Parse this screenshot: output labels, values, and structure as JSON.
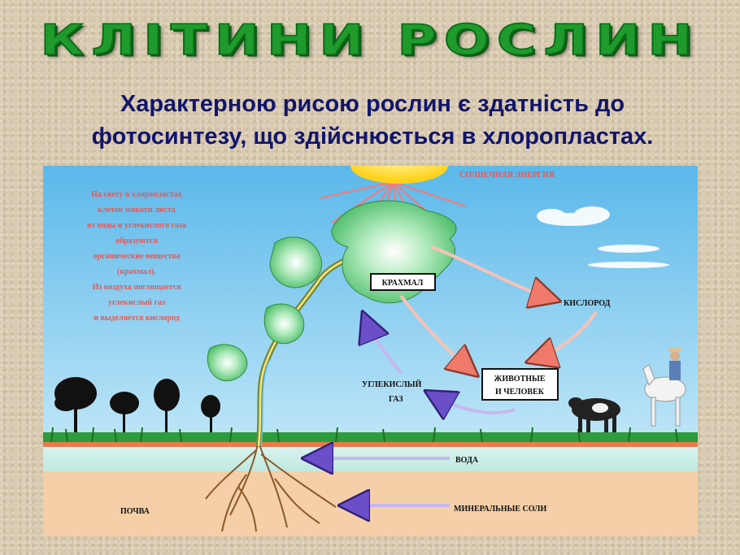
{
  "title": "КЛІТИНИ  РОСЛИН",
  "subtitle_line1": "Характерною рисою рослин є здатність до",
  "subtitle_line2": "фотосинтезу, що здійснюється в хлоропластах.",
  "diagram": {
    "solar_energy": "СОЛНЕЧНАЯ ЭНЕРГИЯ",
    "description": [
      "На свету в хлоропластах",
      "клеток мякоти листа",
      "из воды и углекислого газа",
      "образуются",
      "органические вещества",
      "(крахмал).",
      "Из воздуха поглощается",
      "углекислый газ",
      "и выделяется кислород"
    ],
    "starch": "КРАХМАЛ",
    "oxygen": "КИСЛОРОД",
    "animals_line1": "ЖИВОТНЫЕ",
    "animals_line2": "И ЧЕЛОВЕК",
    "co2_line1": "УГЛЕКИСЛЫЙ",
    "co2_line2": "ГАЗ",
    "water": "ВОДА",
    "minerals": "МИНЕРАЛЬНЫЕ СОЛИ",
    "soil": "ПОЧВА"
  },
  "colors": {
    "title_green": "#1f9a2c",
    "subtitle_navy": "#11156b",
    "sky_blue": "#7ec9ee",
    "soil_brown": "#f3c9a0",
    "arrow_pink": "#f07a6a",
    "arrow_purple": "#6a4fc8",
    "text_pink": "#e05a5a"
  }
}
